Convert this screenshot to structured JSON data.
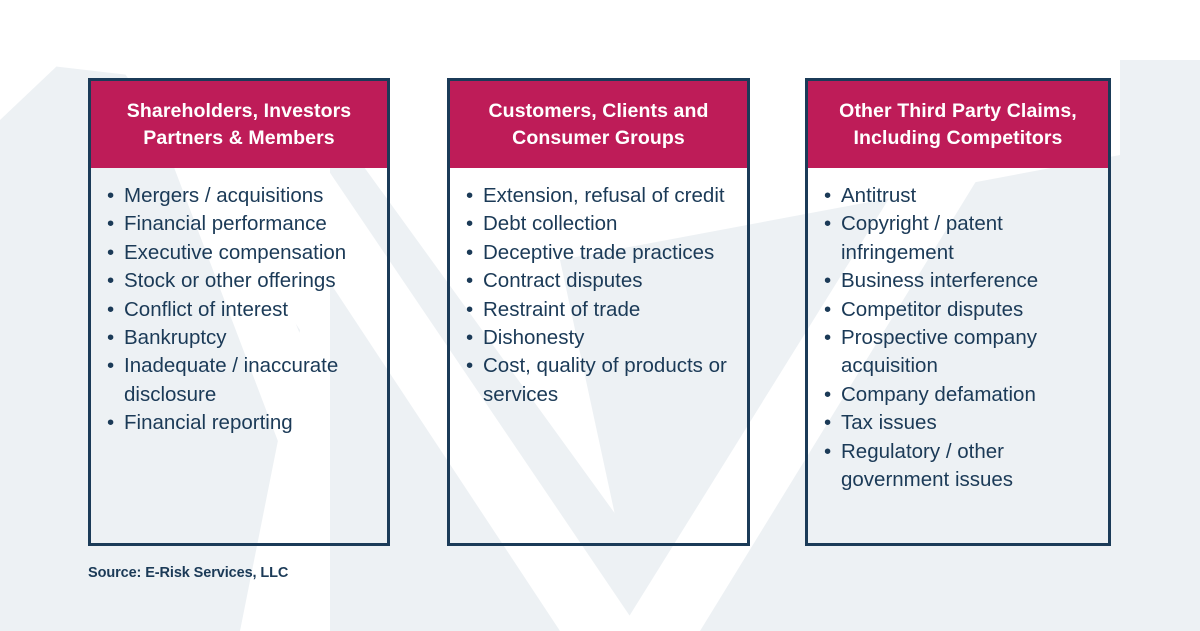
{
  "theme": {
    "header_bg": "#be1c58",
    "border_color": "#1b3b58",
    "text_color": "#1b3a57",
    "header_text_color": "#ffffff",
    "page_bg": "#ffffff",
    "watermark_color": "#edf1f4"
  },
  "columns": [
    {
      "id": "shareholders",
      "title": "Shareholders, Investors\nPartners & Members",
      "title_line1": "Shareholders, Investors",
      "title_line2": "Partners & Members",
      "items": [
        "Mergers / acquisitions",
        "Financial performance",
        "Executive compensation",
        "Stock or other offerings",
        "Conflict of interest",
        "Bankruptcy",
        "Inadequate / inaccurate disclosure",
        "Financial reporting"
      ]
    },
    {
      "id": "customers",
      "title": "Customers, Clients and\nConsumer Groups",
      "title_line1": "Customers, Clients and",
      "title_line2": "Consumer Groups",
      "items": [
        "Extension, refusal of credit",
        "Debt collection",
        "Deceptive trade practices",
        "Contract disputes",
        "Restraint of trade",
        "Dishonesty",
        "Cost, quality of products or services"
      ]
    },
    {
      "id": "third-party",
      "title": "Other Third Party Claims,\nIncluding Competitors",
      "title_line1": "Other Third Party Claims,",
      "title_line2": "Including Competitors",
      "items": [
        "Antitrust",
        "Copyright / patent infringement",
        "Business interference",
        "Competitor disputes",
        "Prospective company acquisition",
        "Company defamation",
        "Tax issues",
        "Regulatory / other government issues"
      ]
    }
  ],
  "bullet_glyph": "•",
  "source": "Source: E-Risk Services, LLC"
}
